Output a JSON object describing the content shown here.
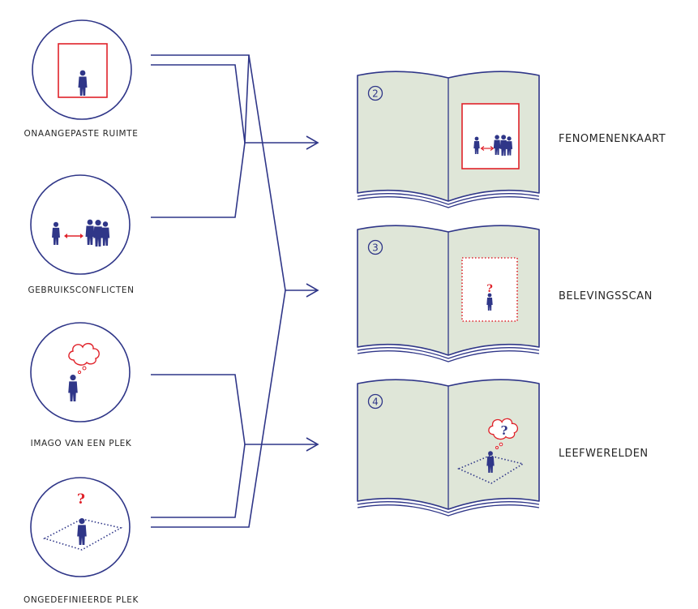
{
  "colors": {
    "navy": "#2f3688",
    "red": "#e0222a",
    "book_fill": "#dfe6d8"
  },
  "inputs": [
    {
      "label": "ONAANGEPASTE RUIMTE",
      "icon": "person-in-square-icon"
    },
    {
      "label": "GEBRUIKSCONFLICTEN",
      "icon": "people-conflict-icon"
    },
    {
      "label": "IMAGO VAN EEN PLEK",
      "icon": "person-thought-cloud-icon"
    },
    {
      "label": "ONGEDEFINIEERDE PLEK",
      "icon": "person-on-undefined-plane-icon"
    }
  ],
  "outputs": [
    {
      "number": "2",
      "label": "FENOMENENKAART",
      "icon": "map-frame-icon"
    },
    {
      "number": "3",
      "label": "BELEVINGSSCAN",
      "icon": "dotted-frame-question-icon"
    },
    {
      "number": "4",
      "label": "LEEFWERELDEN",
      "icon": "lifeworld-plane-icon"
    }
  ],
  "symbols": {
    "question_mark": "?"
  }
}
